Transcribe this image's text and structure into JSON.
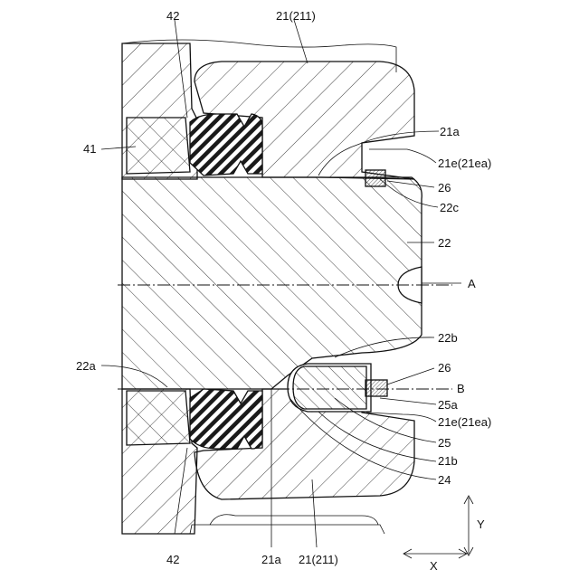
{
  "labels": {
    "l42_top": "42",
    "l21_211_top": "21(211)",
    "l41": "41",
    "l21a_top": "21a",
    "l21e_top": "21e(21ea)",
    "l26_top": "26",
    "l22c": "22c",
    "l22": "22",
    "lA": "A",
    "l22b": "22b",
    "l22a": "22a",
    "l26_bot": "26",
    "lB": "B",
    "l25a": "25a",
    "l21e_bot": "21e(21ea)",
    "l25": "25",
    "l21b": "21b",
    "l24": "24",
    "l42_bot": "42",
    "l21a_bot": "21a",
    "l21_211_bot": "21(211)",
    "lY": "Y",
    "lX": "X"
  },
  "colors": {
    "line": "#111111",
    "seal": "#1a1a1a",
    "background": "#ffffff"
  }
}
